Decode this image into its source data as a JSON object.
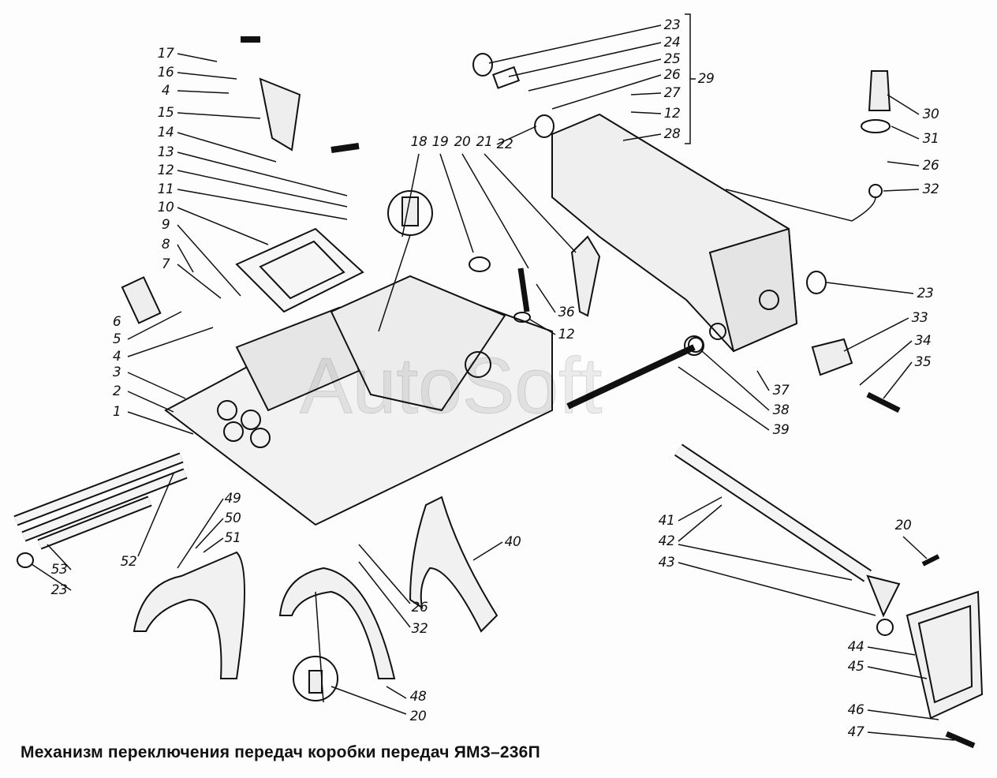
{
  "diagram": {
    "caption": "Механизм переключения передач коробки передач ЯМЗ–236П",
    "watermark": "AutoSoft",
    "group_label": "29",
    "part_labels": [
      "17",
      "16",
      "4",
      "15",
      "14",
      "13",
      "12",
      "11",
      "10",
      "9",
      "8",
      "7",
      "6",
      "5",
      "4",
      "3",
      "2",
      "1",
      "53",
      "23",
      "52",
      "49",
      "50",
      "51",
      "26",
      "32",
      "48",
      "20",
      "40",
      "18",
      "19",
      "20",
      "21",
      "22",
      "36",
      "12",
      "23",
      "24",
      "25",
      "26",
      "27",
      "12",
      "28",
      "30",
      "31",
      "26",
      "32",
      "23",
      "33",
      "34",
      "35",
      "37",
      "38",
      "39",
      "41",
      "42",
      "43",
      "20",
      "44",
      "45",
      "46",
      "47"
    ]
  }
}
